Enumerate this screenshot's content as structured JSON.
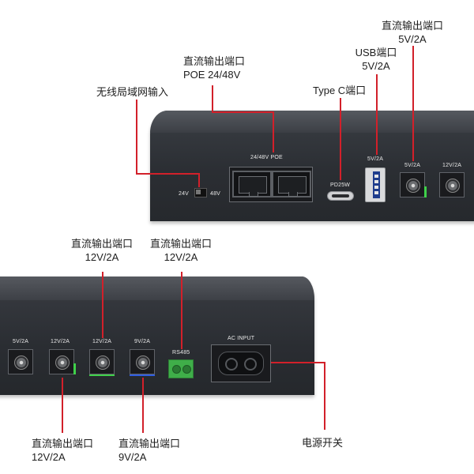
{
  "callouts": {
    "dc_poe": [
      "直流输出端口",
      "POE 24/48V"
    ],
    "usb": [
      "USB端口",
      "5V/2A"
    ],
    "dc_top_5v": [
      "直流输出端口",
      "5V/2A"
    ],
    "wireless_input": "无线局域网输入",
    "typec": "Type C端口",
    "dc_12v_a": [
      "直流输出端口",
      "12V/2A"
    ],
    "dc_12v_b": [
      "直流输出端口",
      "12V/2A"
    ],
    "dc_12v_bottom": [
      "直流输出端口",
      "12V/2A"
    ],
    "dc_9v_bottom": [
      "直流输出端口",
      "9V/2A"
    ],
    "power_switch": "电源开关"
  },
  "top_panel": {
    "poe_label": "24/48V POE",
    "switch_24": "24V",
    "switch_48": "48V",
    "typec_label": "PD25W",
    "usb_label": "5V/2A",
    "jack1_label": "5V/2A",
    "jack2_label": "12V/2A"
  },
  "bottom_panel": {
    "jack1_label": "5V/2A",
    "jack2_label": "12V/2A",
    "jack3_label": "12V/2A",
    "jack4_label": "9V/2A",
    "rs485_label": "RS485",
    "ac_label": "AC INPUT"
  },
  "colors": {
    "callout_line": "#d2202a",
    "chassis": "#2b2e33",
    "led_green": "#3fd14a",
    "led_blue": "#2f5de0"
  }
}
